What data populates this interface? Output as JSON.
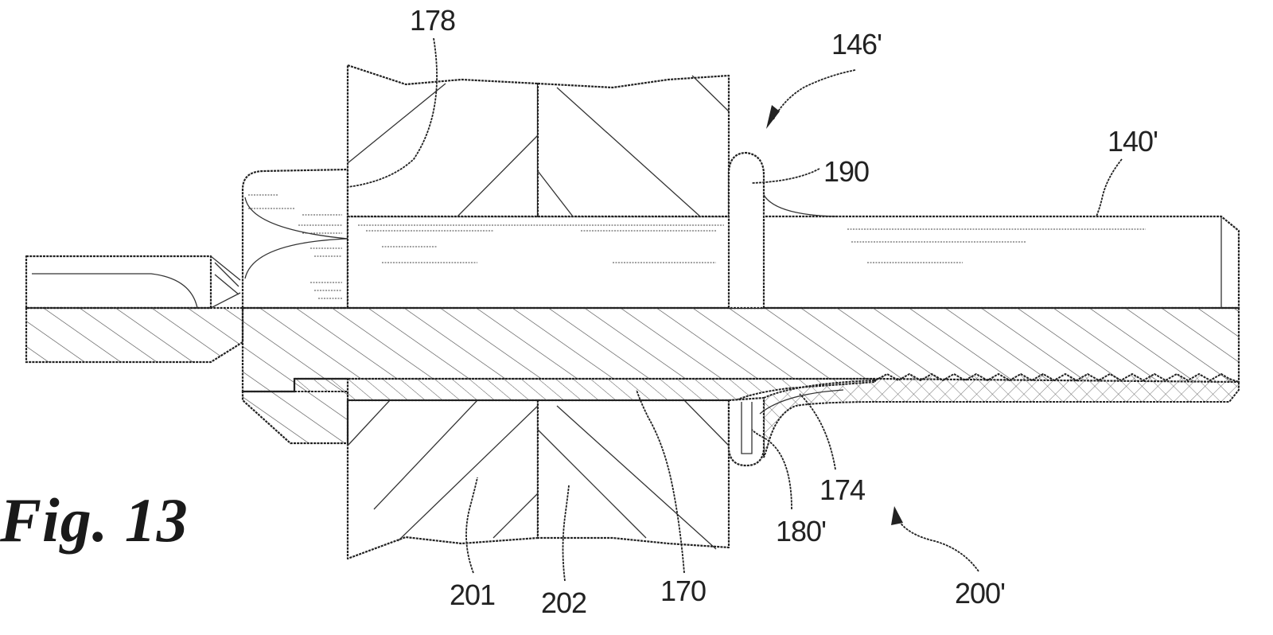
{
  "figure": {
    "title": "Fig. 13"
  },
  "labels": {
    "l178": "178",
    "l146": "146'",
    "l140": "140'",
    "l190": "190",
    "l174": "174",
    "l180": "180'",
    "l200": "200'",
    "l201": "201",
    "l202": "202",
    "l170": "170"
  }
}
